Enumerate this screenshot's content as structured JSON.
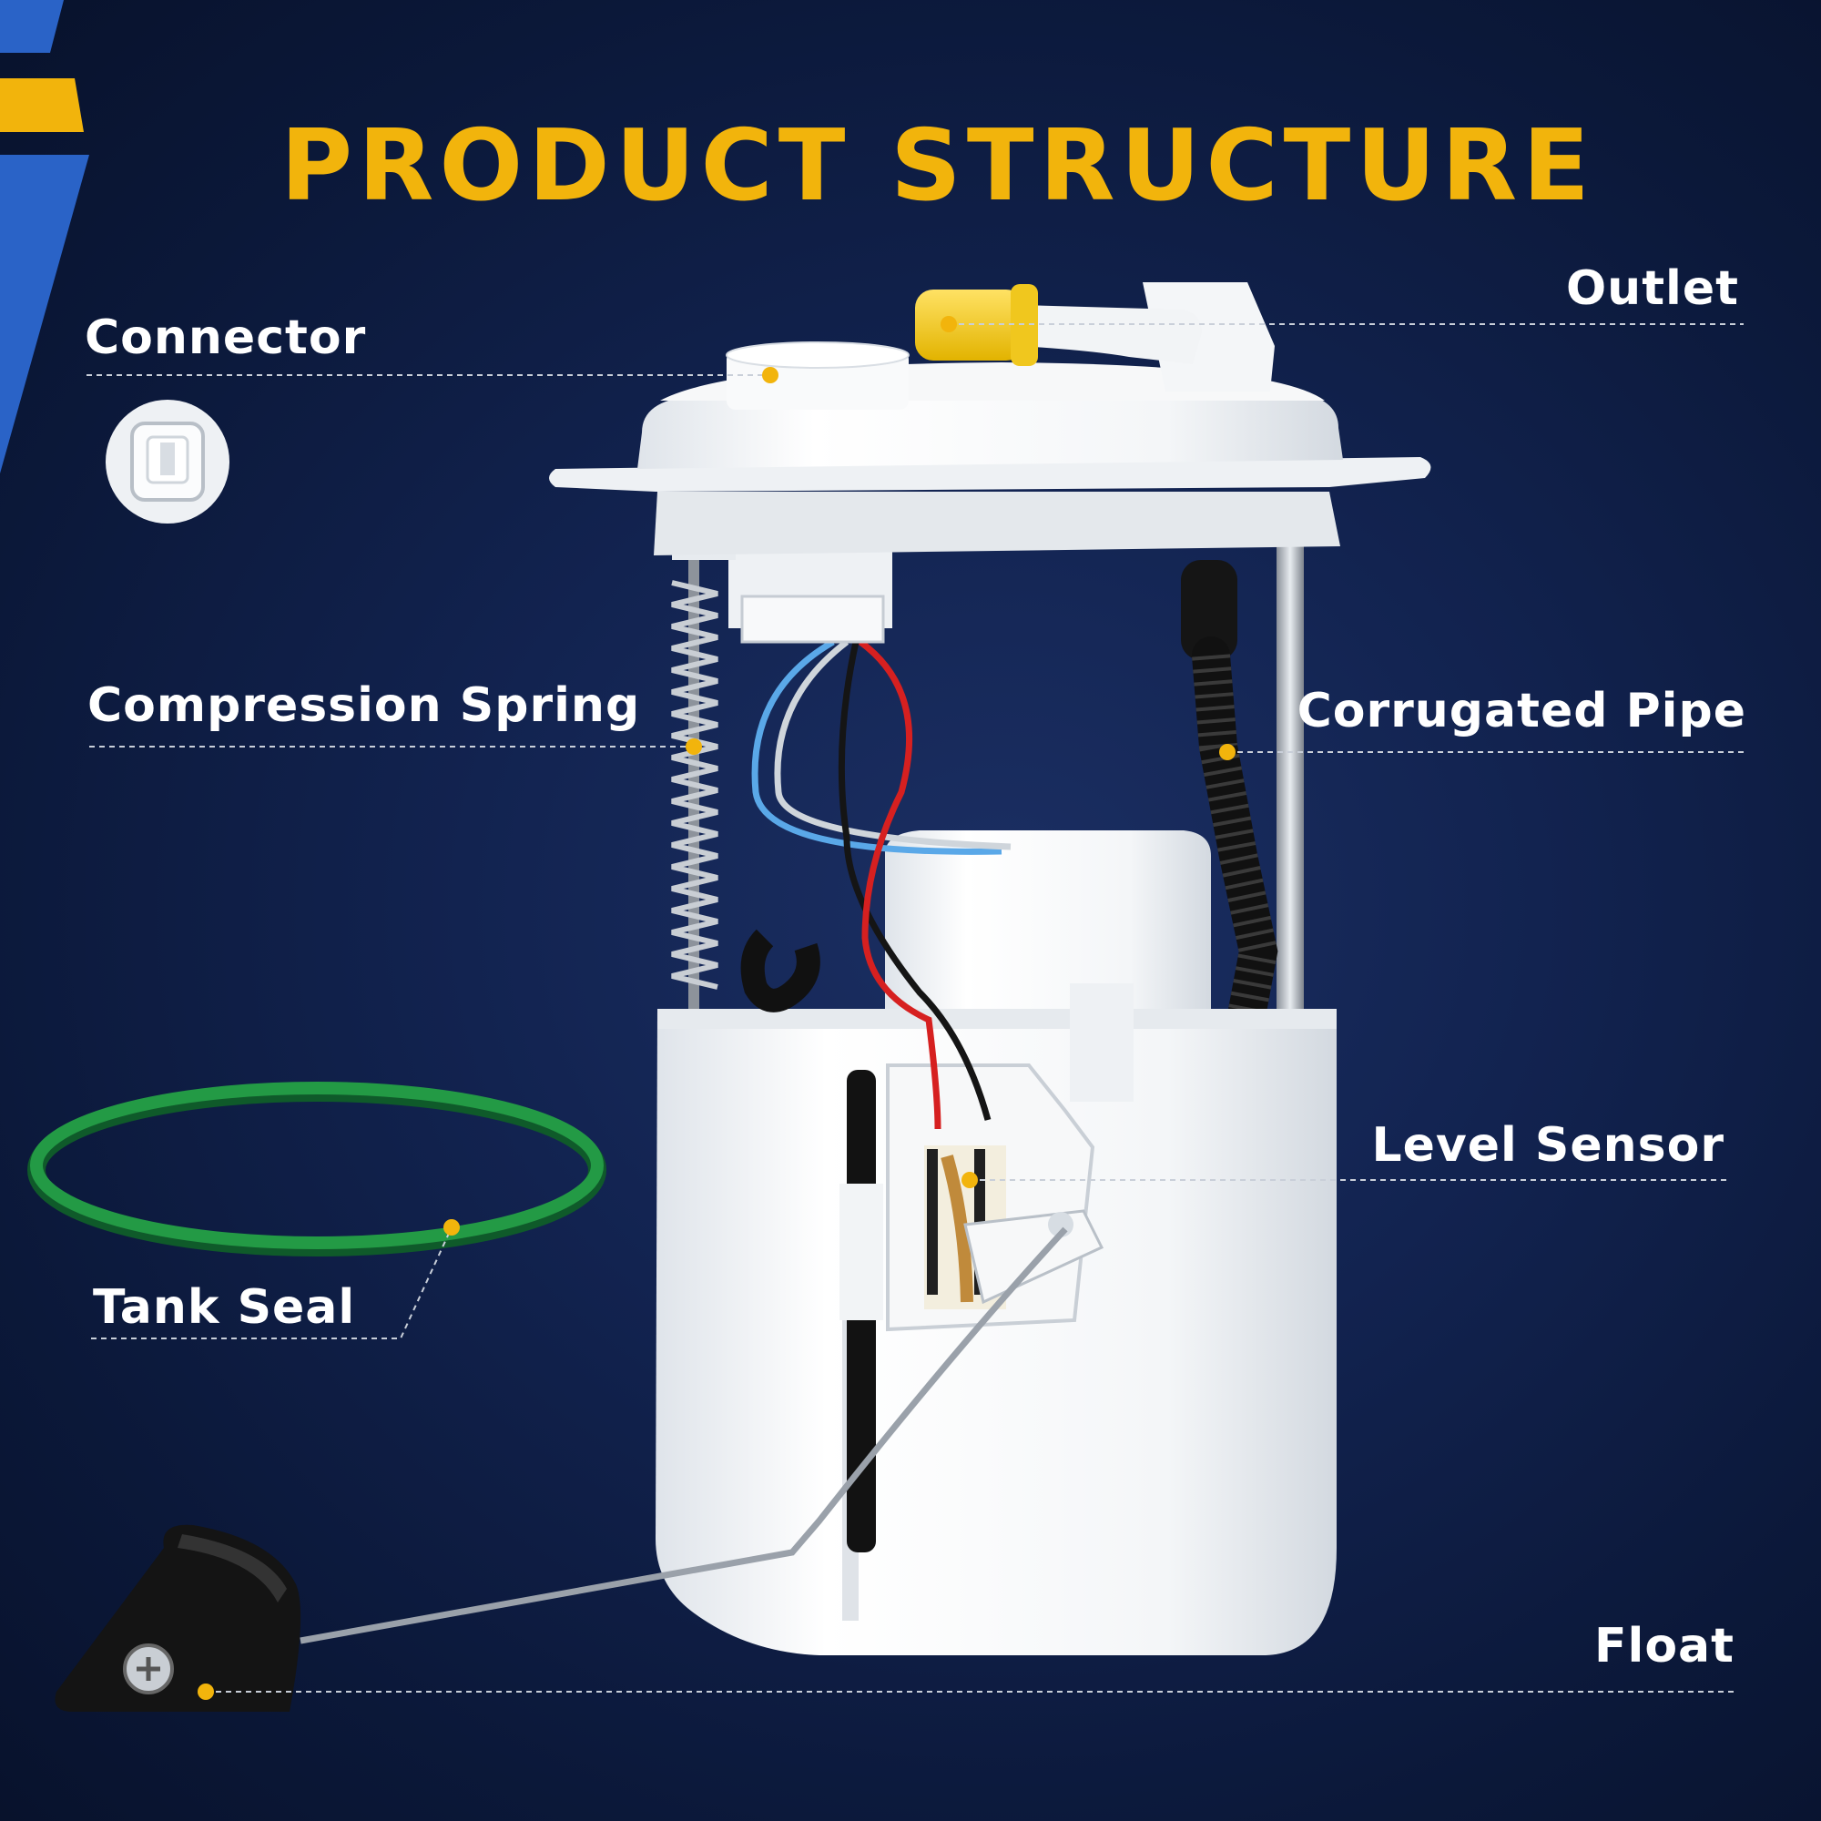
{
  "title": "PRODUCT STRUCTURE",
  "colors": {
    "accent": "#f2b40c",
    "background": "#122350",
    "brand_blue": "#2a63c7",
    "label": "#ffffff",
    "seal_green": "#1f8f3e"
  },
  "labels": {
    "connector": "Connector",
    "outlet": "Outlet",
    "compression_spring": "Compression Spring",
    "corrugated_pipe": "Corrugated Pipe",
    "level_sensor": "Level Sensor",
    "tank_seal": "Tank Seal",
    "float": "Float"
  }
}
